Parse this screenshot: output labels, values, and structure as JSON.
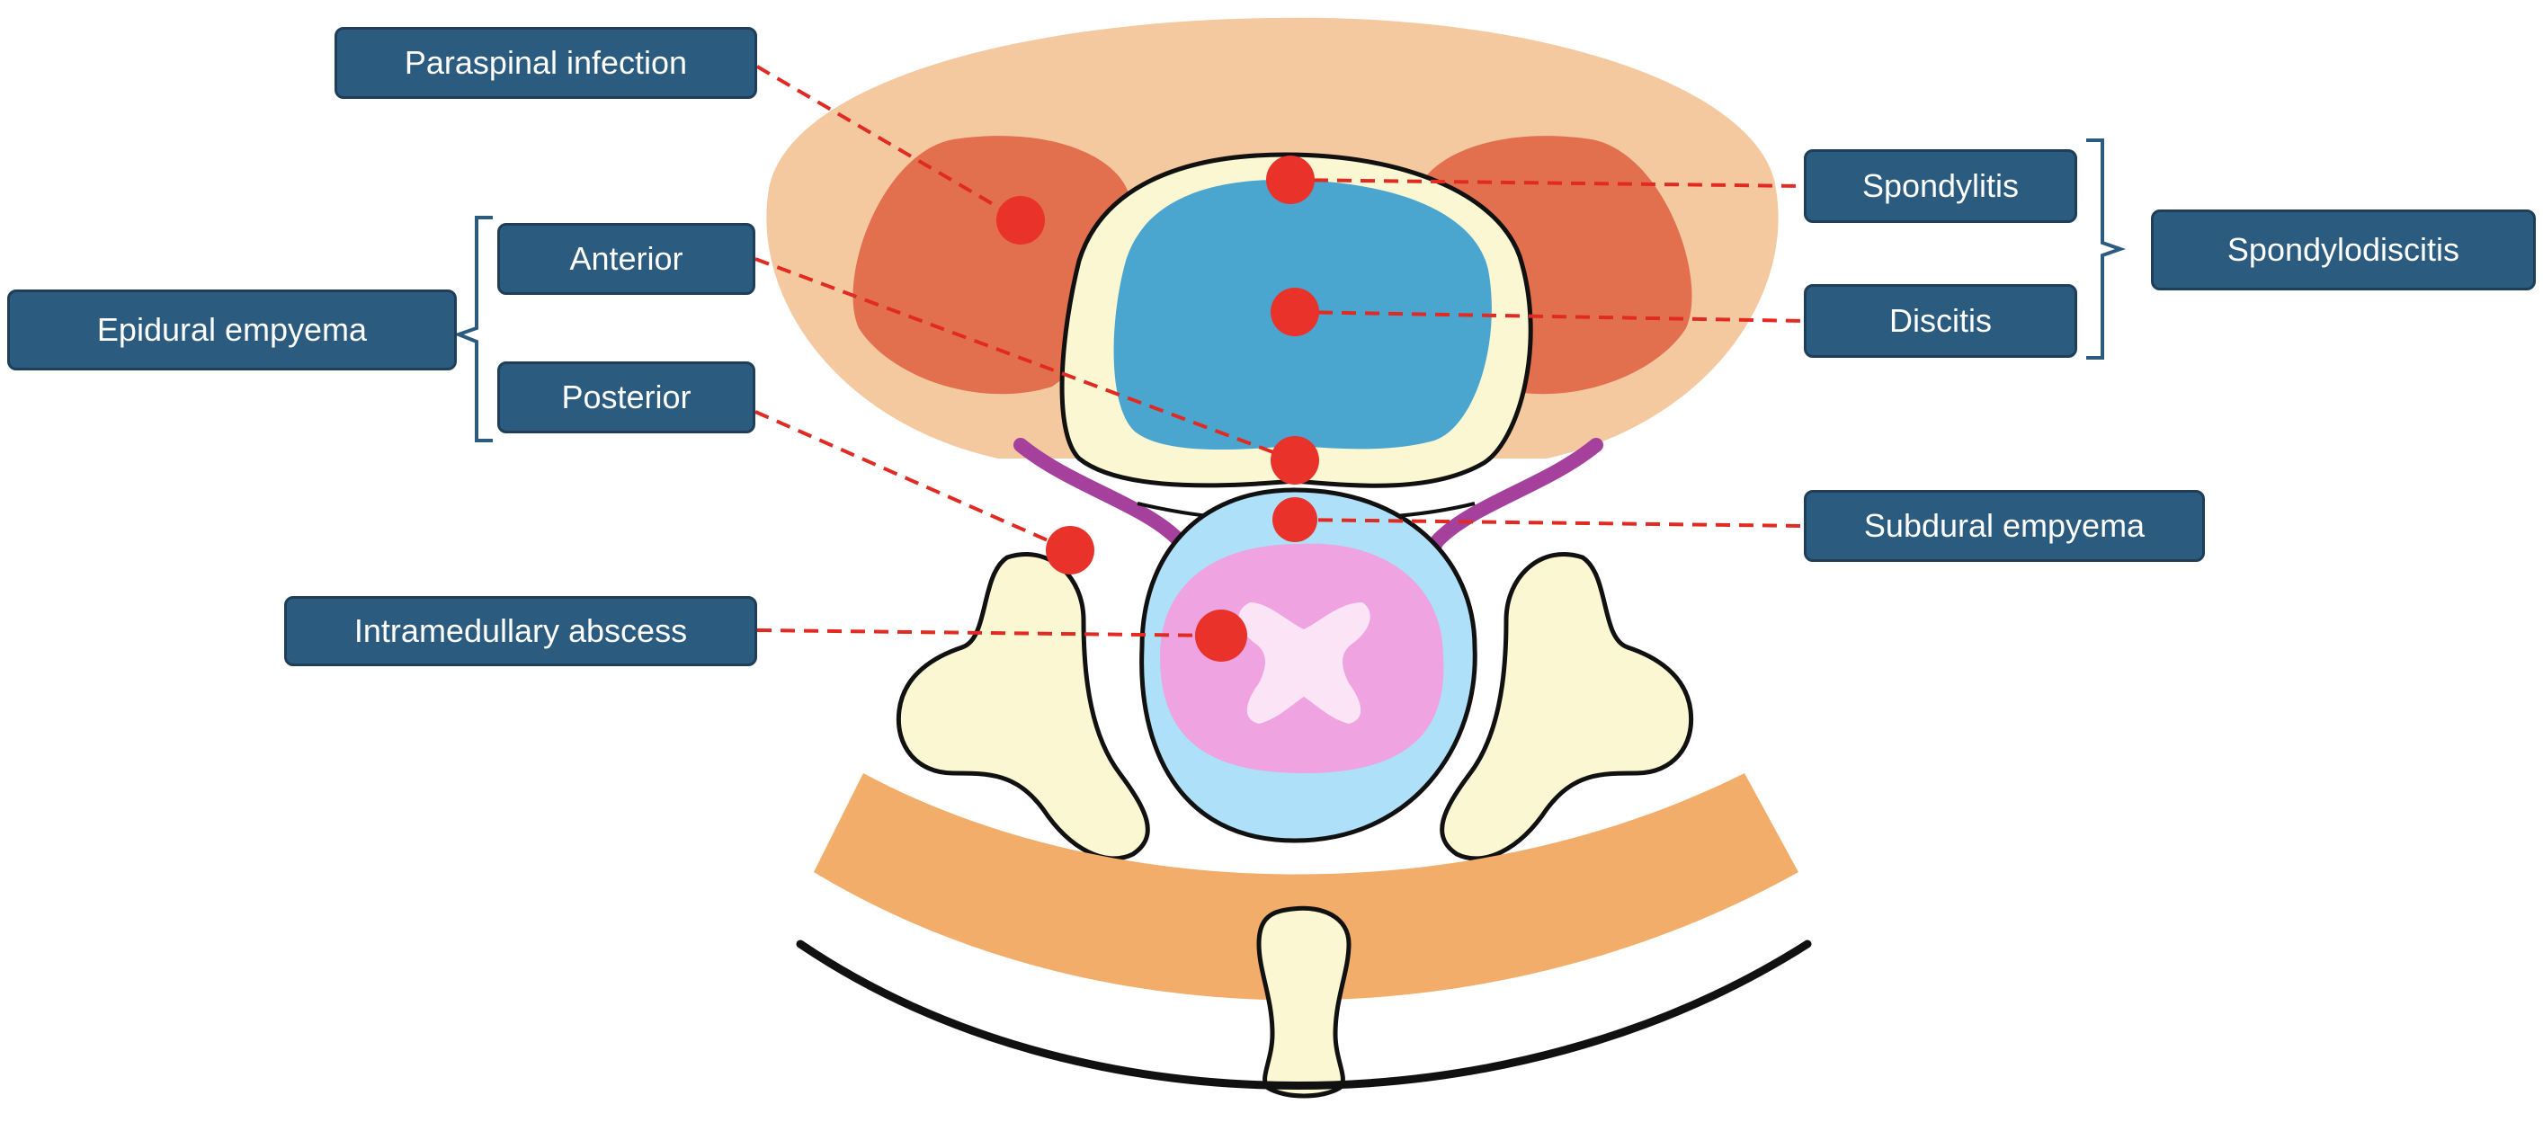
{
  "labels": {
    "paraspinal_infection": "Paraspinal infection",
    "anterior": "Anterior",
    "posterior": "Posterior",
    "epidural_empyema": "Epidural empyema",
    "intramedullary_abscess": "Intramedullary abscess",
    "spondylitis": "Spondylitis",
    "discitis": "Discitis",
    "spondylodiscitis": "Spondylodiscitis",
    "subdural_empyema": "Subdural empyema"
  },
  "colors": {
    "label_fill": "#2b5b7e",
    "label_border": "#1f3f58",
    "marker": "#e8322a",
    "leader_line": "#e02a22",
    "bracket": "#2b5b7e",
    "paraspinal_muscle": "#f5c9a0",
    "infected_muscle": "#e2704f",
    "vertebral_body": "#4aa6cf",
    "bone": "#fbf7d2",
    "dural_sac": "#aee0fa",
    "spinal_cord": "#efa3e1",
    "grey_matter": "#fbe4f5",
    "nerve_root": "#a5419d",
    "skin_band": "#f3ad6b"
  }
}
